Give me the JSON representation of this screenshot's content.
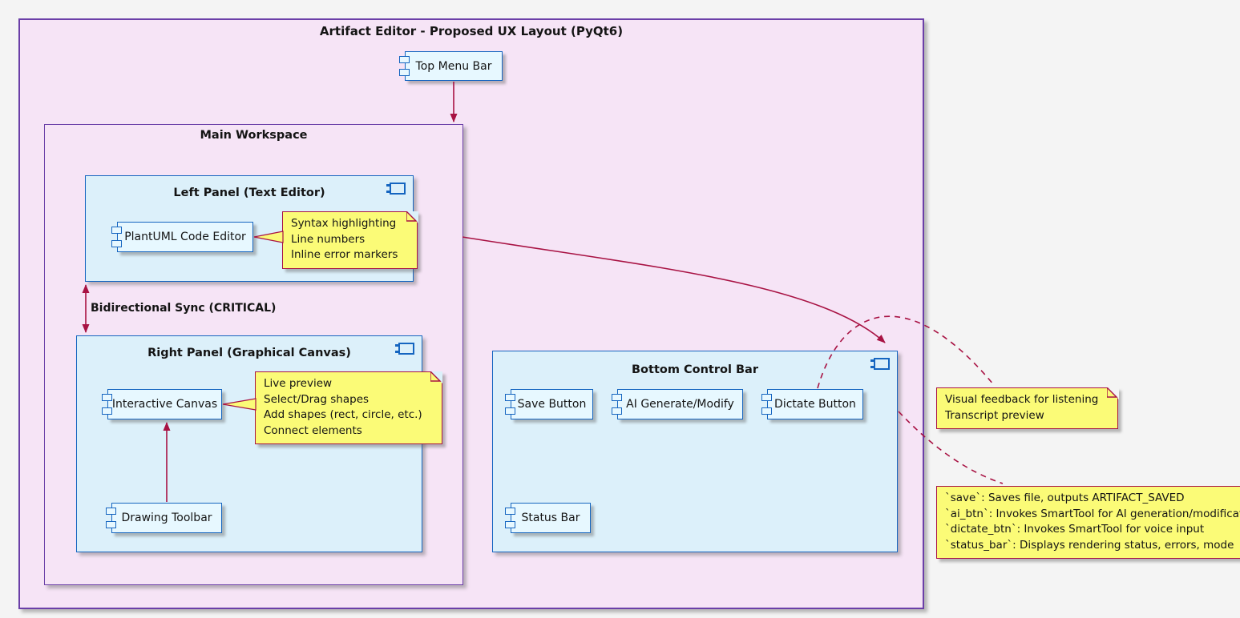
{
  "frame": {
    "title": "Artifact Editor - Proposed UX Layout (PyQt6)"
  },
  "nodes": {
    "top_menu_bar": "Top Menu Bar",
    "workspace_title": "Main Workspace",
    "left_panel_title": "Left Panel (Text Editor)",
    "code_editor": "PlantUML Code Editor",
    "right_panel_title": "Right Panel (Graphical Canvas)",
    "interactive_canvas": "Interactive Canvas",
    "drawing_toolbar": "Drawing Toolbar",
    "bottom_bar_title": "Bottom Control Bar",
    "save_button": "Save Button",
    "ai_button": "AI Generate/Modify",
    "dictate_button": "Dictate Button",
    "status_bar": "Status Bar"
  },
  "edges": {
    "sync_label": "Bidirectional Sync (CRITICAL)"
  },
  "notes": {
    "editor_features": [
      "Syntax highlighting",
      "Line numbers",
      "Inline error markers"
    ],
    "canvas_features": [
      "Live preview",
      "Select/Drag shapes",
      "Add shapes (rect, circle, etc.)",
      "Connect elements"
    ],
    "dictate_feedback": [
      "Visual feedback for listening",
      "Transcript preview"
    ],
    "control_bindings": [
      "`save`: Saves file, outputs ARTIFACT_SAVED",
      "`ai_btn`: Invokes SmartTool for AI generation/modification",
      "`dictate_btn`: Invokes SmartTool for voice input",
      "`status_bar`: Displays rendering status, errors, mode"
    ]
  },
  "colors": {
    "background": "#f4f4f4",
    "frame_fill": "#f6e4f6",
    "frame_border": "#6b3fa8",
    "panel_fill": "#dcf0fa",
    "component_fill": "#e7f8ff",
    "component_border": "#1565c0",
    "note_fill": "#fbfb77",
    "note_border": "#a81243",
    "arrow": "#a81243"
  }
}
